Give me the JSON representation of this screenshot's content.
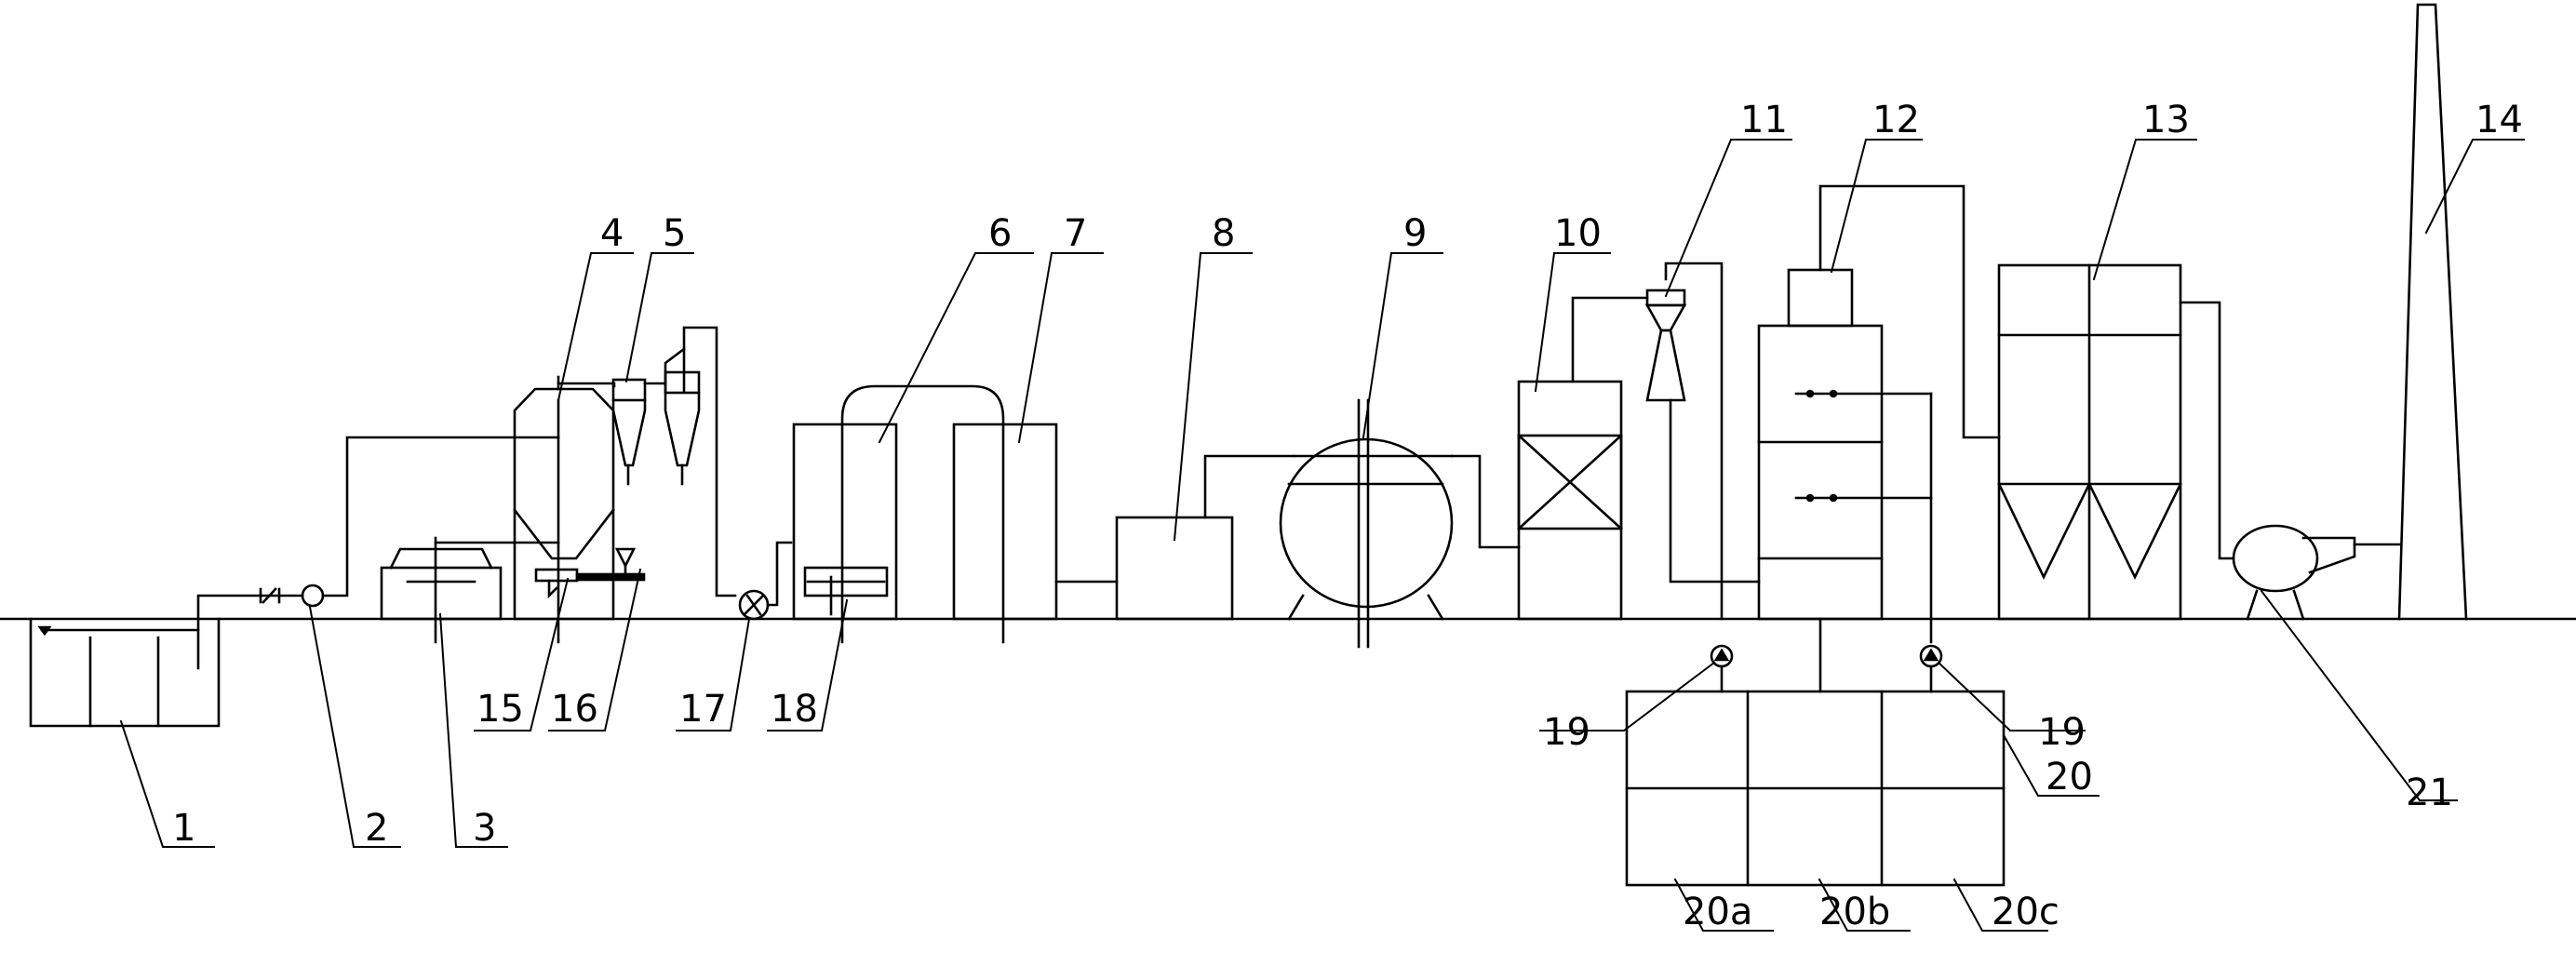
{
  "labels": {
    "l1": "1",
    "l2": "2",
    "l3": "3",
    "l4": "4",
    "l5": "5",
    "l6": "6",
    "l7": "7",
    "l8": "8",
    "l9": "9",
    "l10": "10",
    "l11": "11",
    "l12": "12",
    "l13": "13",
    "l14": "14",
    "l15": "15",
    "l16": "16",
    "l17": "17",
    "l18": "18",
    "l19a": "19",
    "l19b": "19",
    "l20": "20",
    "l20a": "20a",
    "l20b": "20b",
    "l20c": "20c",
    "l21": "21"
  }
}
